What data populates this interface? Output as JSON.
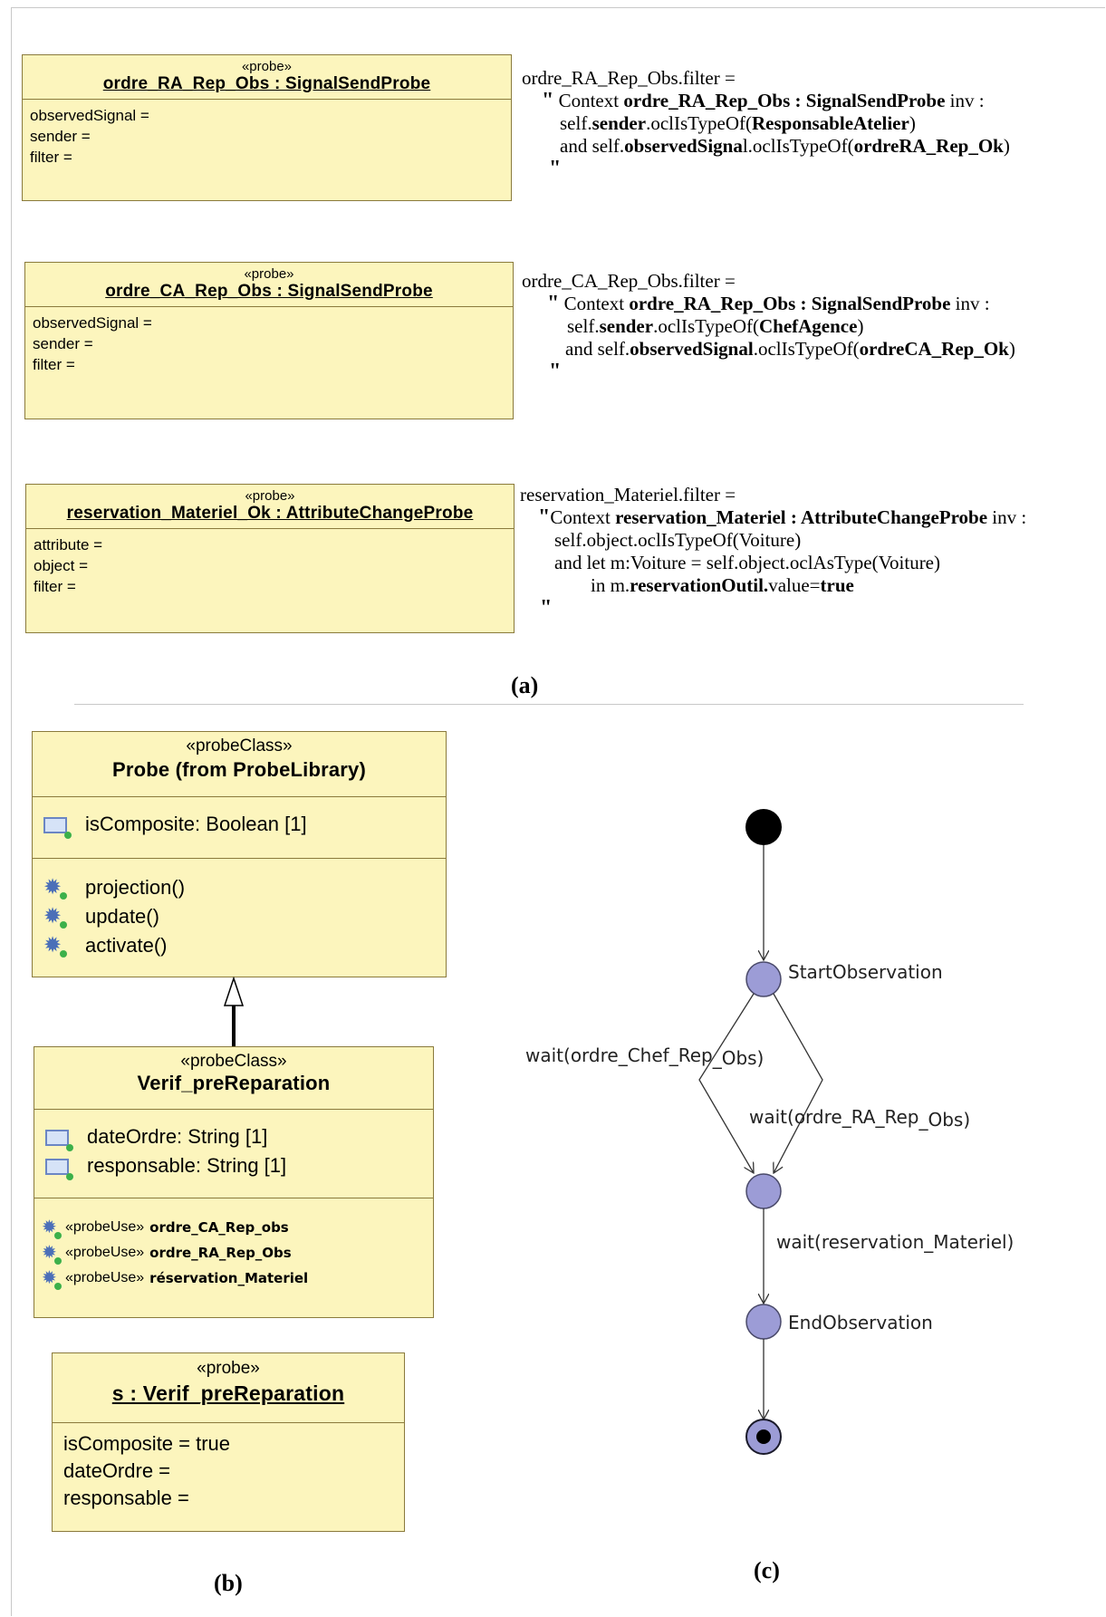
{
  "panel_a": {
    "caption": "(a)",
    "probes": [
      {
        "stereotype": "«probe»",
        "name": "ordre_RA_Rep_Obs : SignalSendProbe",
        "attributes": [
          "observedSignal =",
          "sender =",
          "filter ="
        ],
        "ocl": {
          "header": "ordre_RA_Rep_Obs.filter =",
          "open_quote": "\"",
          "close_quote": "\"",
          "line1": {
            "a": "Context ",
            "b": "ordre_RA_Rep_Obs : SignalSendProbe",
            "c": " inv :"
          },
          "line2": {
            "a": "self.",
            "b": "sender",
            "c": ".oclIsTypeOf(",
            "d": "ResponsableAtelier",
            "e": ")"
          },
          "line3": {
            "a": "and self.",
            "b": "observedSigna",
            "c": "l.oclIsTypeOf(",
            "d": "ordreRA_Rep_Ok",
            "e": ")"
          }
        }
      },
      {
        "stereotype": "«probe»",
        "name": "ordre_CA_Rep_Obs : SignalSendProbe",
        "attributes": [
          "observedSignal =",
          "sender =",
          "filter ="
        ],
        "ocl": {
          "header": "ordre_CA_Rep_Obs.filter =",
          "open_quote": "\"",
          "close_quote": "\"",
          "line1": {
            "a": "Context ",
            "b": "ordre_RA_Rep_Obs : SignalSendProbe",
            "c": " inv :"
          },
          "line2": {
            "a": "self.",
            "b": "sender",
            "c": ".oclIsTypeOf(",
            "d": "ChefAgence",
            "e": ")"
          },
          "line3": {
            "a": "and self.",
            "b": "observedSignal",
            "c": ".oclIsTypeOf(",
            "d": "ordreCA_Rep_Ok",
            "e": ")"
          }
        }
      },
      {
        "stereotype": "«probe»",
        "name": "reservation_Materiel_Ok : AttributeChangeProbe",
        "attributes": [
          "attribute =",
          "object =",
          "filter ="
        ],
        "ocl": {
          "header": "reservation_Materiel.filter =",
          "open_quote": "\"",
          "close_quote": "\"",
          "line1": {
            "a": "Context ",
            "b": "reservation_Materiel : AttributeChangeProbe",
            "c": " inv :"
          },
          "line2": "self.object.oclIsTypeOf(Voiture)",
          "line3": "and let m:Voiture = self.object.oclAsType(Voiture)",
          "line4": {
            "a": "in m.",
            "b": "reservationOutil.",
            "c": "value=",
            "d": "true"
          }
        }
      }
    ]
  },
  "panel_b": {
    "caption": "(b)",
    "probe_class": {
      "stereotype": "«probeClass»",
      "name": "Probe (from ProbeLibrary)",
      "attributes": [
        "isComposite: Boolean [1]"
      ],
      "operations": [
        "projection()",
        "update()",
        "activate()"
      ]
    },
    "subclass": {
      "stereotype": "«probeClass»",
      "name": "Verif_preReparation",
      "attributes": [
        "dateOrdre: String [1]",
        "responsable: String [1]"
      ],
      "uses": [
        {
          "stereotype": "«probeUse»",
          "target": "ordre_CA_Rep_obs"
        },
        {
          "stereotype": "«probeUse»",
          "target": "ordre_RA_Rep_Obs"
        },
        {
          "stereotype": "«probeUse»",
          "target": "réservation_Materiel"
        }
      ]
    },
    "instance": {
      "stereotype": "«probe»",
      "name": "s : Verif_preReparation",
      "attributes": [
        "isComposite = true",
        "dateOrdre =",
        "responsable ="
      ]
    }
  },
  "panel_c": {
    "caption": "(c)",
    "states": {
      "start": "StartObservation",
      "end": "EndObservation"
    },
    "transitions": {
      "chef": {
        "a": "wait(ordre_Chef_Rep",
        "b": "_Obs)"
      },
      "ra": {
        "a": "wait(ordre_RA_Rep",
        "b": "_Obs)"
      },
      "reservation": "wait(reservation_Materiel)"
    },
    "colors": {
      "state_fill": "#9c9cd6",
      "state_stroke": "#4a4a6a",
      "initial": "#000000"
    }
  }
}
